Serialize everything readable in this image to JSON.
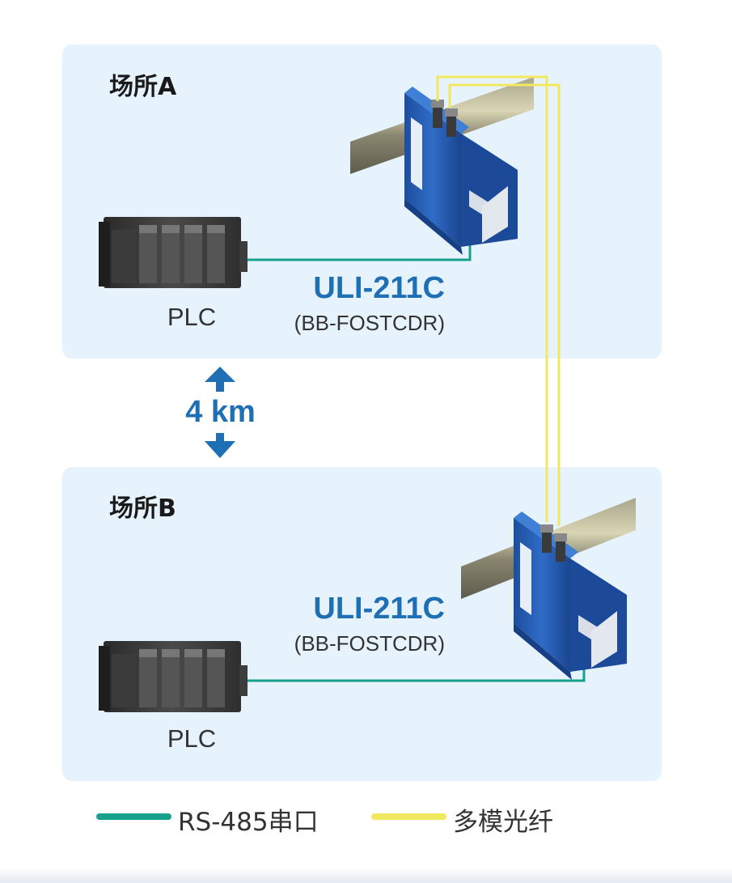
{
  "sites": [
    {
      "title": "场所A",
      "plc_label": "PLC",
      "device_model": "ULI-211C",
      "device_sub": "(BB-FOSTCDR)"
    },
    {
      "title": "场所B",
      "plc_label": "PLC",
      "device_model": "ULI-211C",
      "device_sub": "(BB-FOSTCDR)"
    }
  ],
  "distance": "4 km",
  "legend": [
    {
      "label": "RS-485串口",
      "color": "#17a08b"
    },
    {
      "label": "多模光纤",
      "color": "#f2e860"
    }
  ],
  "colors": {
    "panel": "#e6f3fc",
    "accent_blue": "#1f6fb5",
    "serial_line": "#17a08b",
    "fiber_line": "#f2e860"
  }
}
